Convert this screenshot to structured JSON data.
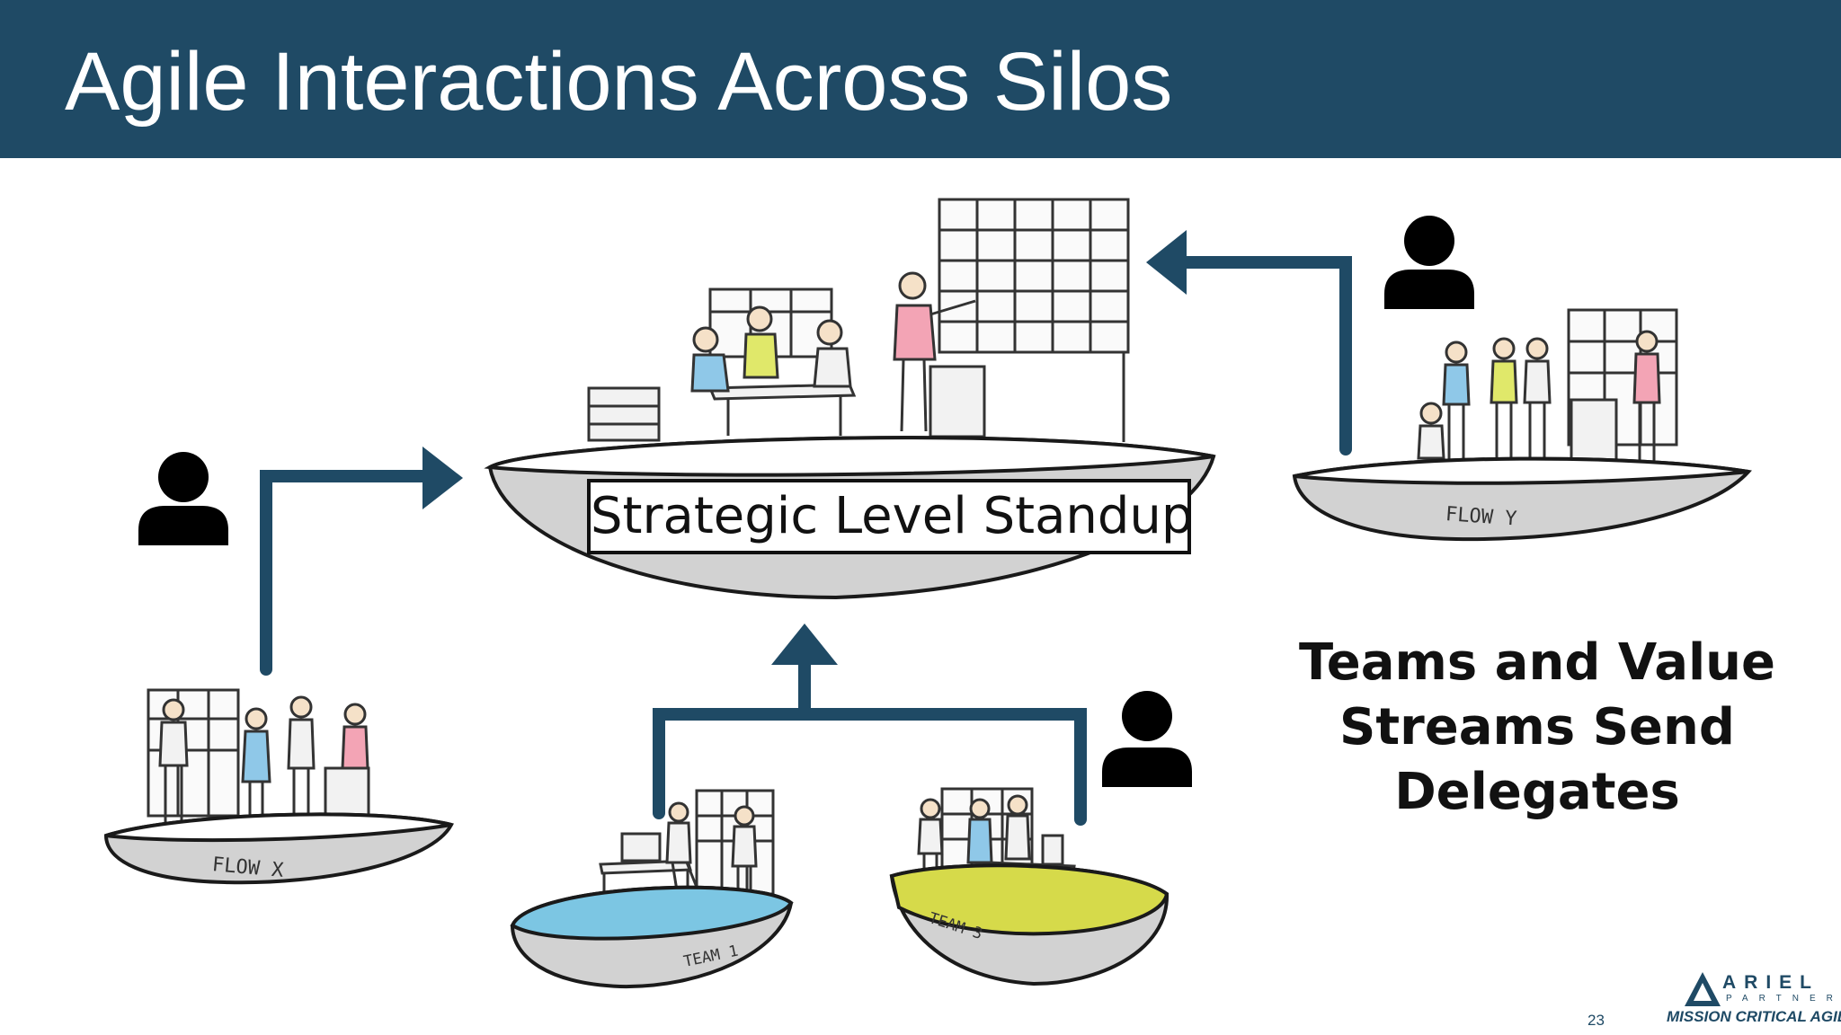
{
  "title": "Agile Interactions Across Silos",
  "center_label": "Strategic Level Standup",
  "side_text": [
    "Teams and Value",
    "Streams Send",
    "Delegates"
  ],
  "boats": {
    "flow_x": "FLOW X",
    "flow_y": "FLOW Y",
    "team_1": "TEAM 1",
    "team_3": "TEAM 3"
  },
  "slide_number": "23",
  "logo": {
    "name": "ARIEL",
    "sub": "PARTNERS",
    "tagline": "MISSION CRITICAL AGILE"
  },
  "colors": {
    "title_bar": "#1f4a65",
    "arrow": "#1f4a65",
    "team1_deck": "#7cc6e3",
    "team3_deck": "#d6da4a",
    "person_icon": "#000000"
  },
  "icons": [
    "person-icon",
    "arrow-up-icon",
    "arrow-right-icon",
    "arrow-left-icon"
  ]
}
